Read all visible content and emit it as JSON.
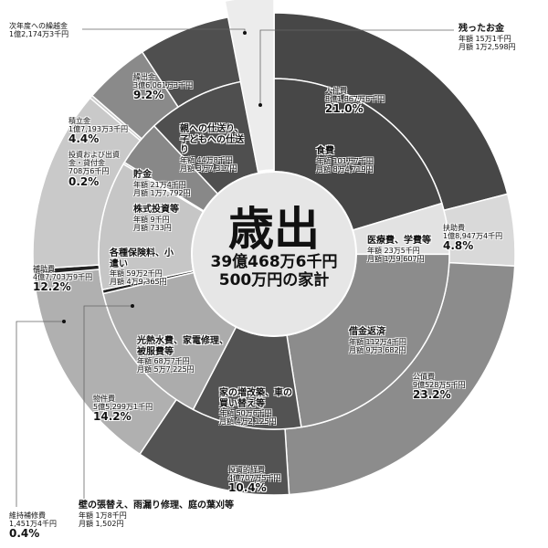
{
  "chart_data": {
    "type": "pie",
    "title": "歳出",
    "subtitle": [
      "39億468万6千円",
      "500万円の家計"
    ],
    "outer_ring": [
      {
        "name": "人件費",
        "amount": "8億1,867万6千円",
        "percent": 21.0,
        "color": "#474747"
      },
      {
        "name": "扶助費",
        "amount": "1億8,947万4千円",
        "percent": 4.8,
        "color": "#d9d9d9"
      },
      {
        "name": "公債費",
        "amount": "9億528万5千円",
        "percent": 23.2,
        "color": "#8c8c8c"
      },
      {
        "name": "投資的経費",
        "amount": "4億707万5千円",
        "percent": 10.4,
        "color": "#535353"
      },
      {
        "name": "物件費",
        "amount": "5億5,299万1千円",
        "percent": 14.2,
        "color": "#b0b0b0"
      },
      {
        "name": "維持補修費",
        "amount": "1,451万4千円",
        "percent": 0.4,
        "color": "#222222"
      },
      {
        "name": "補助費",
        "amount": "4億7,703万9千円",
        "percent": 12.2,
        "color": "#c9c9c9"
      },
      {
        "name": "投資および出資金・貸付金",
        "amount": "708万6千円",
        "percent": 0.2,
        "color": "#c9c9c9"
      },
      {
        "name": "積立金",
        "amount": "1億7,193万3千円",
        "percent": 4.4,
        "color": "#8a8a8a"
      },
      {
        "name": "繰出金",
        "amount": "3億6,061万3千円",
        "percent": 9.2,
        "color": "#4f4f4f"
      }
    ],
    "carryover": {
      "name": "次年度への繰越金",
      "amount": "1億2,174万3千円",
      "color": "#ececec"
    },
    "inner_ring": [
      {
        "name": "食費",
        "annual": "年額 101万7千円",
        "monthly": "月額 8万4,719円",
        "value_man": 101.7,
        "color": "#474747"
      },
      {
        "name": "医療費、学費等",
        "annual": "年額 23万5千円",
        "monthly": "月額 1万9,607円",
        "value_man": 23.5,
        "color": "#e2e2e2"
      },
      {
        "name": "借金返済",
        "annual": "年額 112万4千円",
        "monthly": "月額 9万3,682円",
        "value_man": 112.4,
        "color": "#8c8c8c"
      },
      {
        "name": "家の増改築、車の買い替え等",
        "annual": "年額 50万6千円",
        "monthly": "月額 4万2,125円",
        "value_man": 50.6,
        "color": "#535353"
      },
      {
        "name": "光熱水費、家電修理、被服費等",
        "annual": "年額 68万7千円",
        "monthly": "月額 5万7,225円",
        "value_man": 68.7,
        "color": "#acacac"
      },
      {
        "name": "壁の張替え、雨漏り修理、庭の葉刈等",
        "annual": "年額 1万8千円",
        "monthly": "月額 1,502円",
        "value_man": 1.8,
        "color": "#222222"
      },
      {
        "name": "各種保険料、小遣い",
        "annual": "年額 59万2千円",
        "monthly": "月額 4万9,365円",
        "value_man": 59.2,
        "color": "#c6c6c6"
      },
      {
        "name": "株式投資等",
        "annual": "年額 9千円",
        "monthly": "月額 733円",
        "value_man": 0.9,
        "color": "#c6c6c6"
      },
      {
        "name": "貯金",
        "annual": "年額 21万4千円",
        "monthly": "月額 1万7,792円",
        "value_man": 21.4,
        "color": "#888888"
      },
      {
        "name": "親への仕送り、子どもへの仕送り",
        "annual": "年額 44万8千円",
        "monthly": "月額 3万7,317円",
        "value_man": 44.8,
        "color": "#4f4f4f"
      }
    ],
    "leftover": {
      "name": "残ったお金",
      "annual": "年額 15万1千円",
      "monthly": "月額 1万2,598円",
      "color": "#ececec"
    }
  }
}
